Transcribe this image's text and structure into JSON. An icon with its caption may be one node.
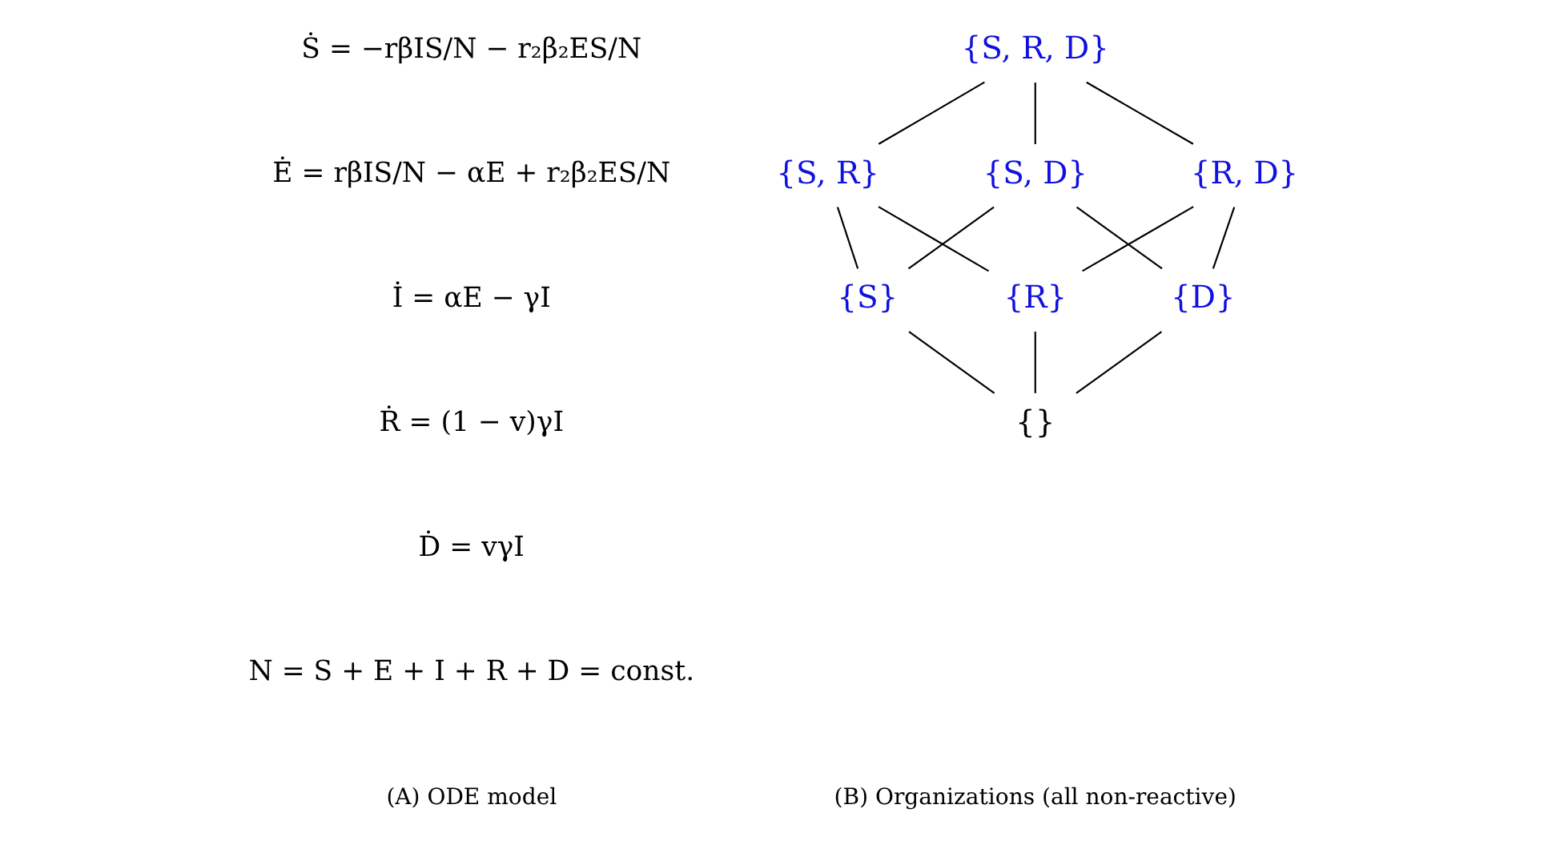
{
  "diagram": {
    "nodes": [
      {
        "text": [
          "{S, R, D}"
        ]
      },
      {
        "text": [
          "{S, R}"
        ]
      },
      {
        "text": [
          "{S, D}"
        ]
      },
      {
        "text": [
          "{R, D}"
        ]
      },
      {
        "text": [
          "{S}"
        ]
      },
      {
        "text": [
          "{R}"
        ]
      },
      {
        "text": [
          "{D}"
        ]
      },
      {
        "text": [
          "{}"
        ]
      }
    ],
    "edges": [
      {
        "from": 0,
        "to": 1,
        "arrow": "none"
      },
      {
        "from": 0,
        "to": 2,
        "arrow": "none"
      },
      {
        "from": 0,
        "to": 3,
        "arrow": "none"
      },
      {
        "from": 1,
        "to": 4,
        "arrow": "none"
      },
      {
        "from": 1,
        "to": 5,
        "arrow": "none"
      },
      {
        "from": 2,
        "to": 4,
        "arrow": "none"
      },
      {
        "from": 2,
        "to": 6,
        "arrow": "none"
      },
      {
        "from": 3,
        "to": 5,
        "arrow": "none"
      },
      {
        "from": 3,
        "to": 6,
        "arrow": "none"
      },
      {
        "from": 4,
        "to": 7,
        "arrow": "none"
      },
      {
        "from": 5,
        "to": 7,
        "arrow": "none"
      },
      {
        "from": 6,
        "to": 7,
        "arrow": "none"
      }
    ],
    "labels": [
      "Ṡ = −rβIS/N − r₂β₂ES/N",
      "Ė = rβIS/N − αE + r₂β₂ES/N",
      "İ = αE − γI",
      "Ṙ = (1 − v)γI",
      "Ḋ = vγI",
      "N = S + E + I + R + D = const.",
      "(A) ODE model",
      "(B) Organizations (all non-reactive)"
    ]
  }
}
